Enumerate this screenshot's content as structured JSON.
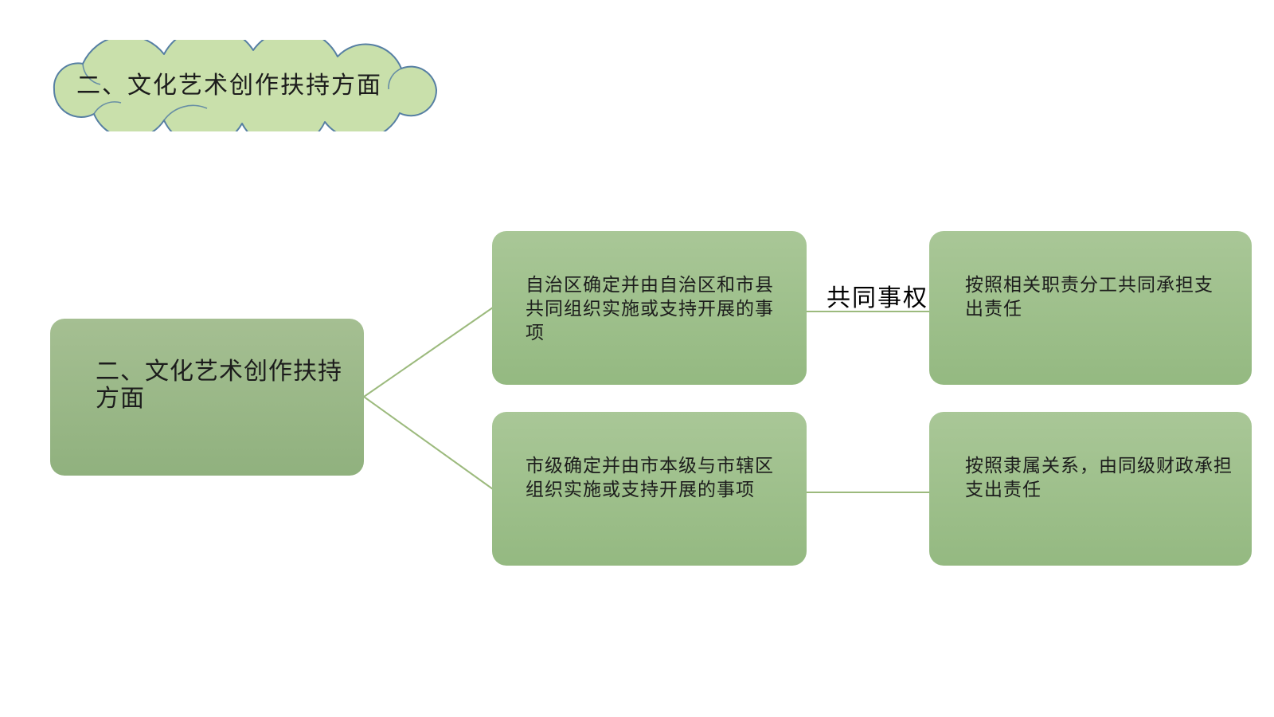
{
  "slide": {
    "cloud": {
      "label": "二、文化艺术创作扶持方面"
    },
    "root_node": {
      "label": "二、文化艺术创作扶持\n方面"
    },
    "branches": [
      {
        "item": "自治区确定并由自治区和市县\n共同组织实施或支持开展的事\n项",
        "edge_label": "共同事权",
        "responsibility": "按照相关职责分工共同承担支\n出责任"
      },
      {
        "item": "市级确定并由市本级与市辖区\n组织实施或支持开展的事项",
        "edge_label": "",
        "responsibility": "按照隶属关系，由同级财政承担\n支出责任"
      }
    ]
  },
  "colors": {
    "box_top": "#a9c797",
    "box_bottom": "#94b981",
    "root_top": "#a5bf92",
    "root_bottom": "#90b17e",
    "cloud_fill": "#c9e0ab",
    "cloud_stroke": "#567fa3",
    "connector": "#9cba7d",
    "text": "#1c1c1c",
    "label_text": "#000000"
  }
}
